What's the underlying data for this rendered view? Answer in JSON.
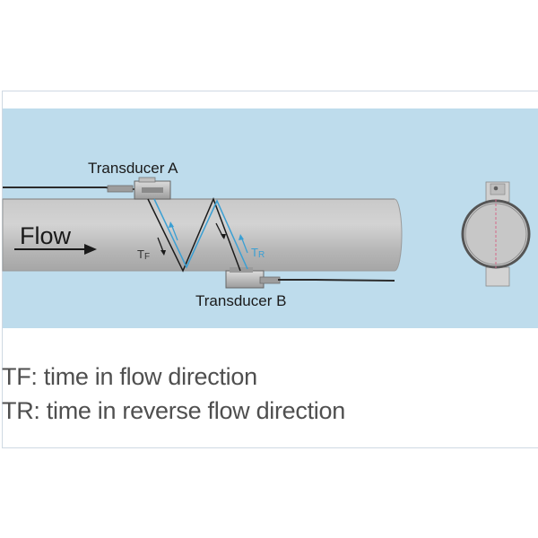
{
  "labels": {
    "transducer_a": "Transducer A",
    "transducer_b": "Transducer B",
    "flow": "Flow",
    "tf_main": "T",
    "tf_sub": "F",
    "tr_main": "T",
    "tr_sub": "R"
  },
  "legend": {
    "tf": "TF: time in flow direction",
    "tr": "TR: time in reverse flow direction"
  },
  "colors": {
    "panel": "#bedcec",
    "pipe": "#b9b9b9",
    "forward_path": "#1a1a1a",
    "reverse_path": "#3a9fd3",
    "caption_text": "#4f4f4f"
  }
}
